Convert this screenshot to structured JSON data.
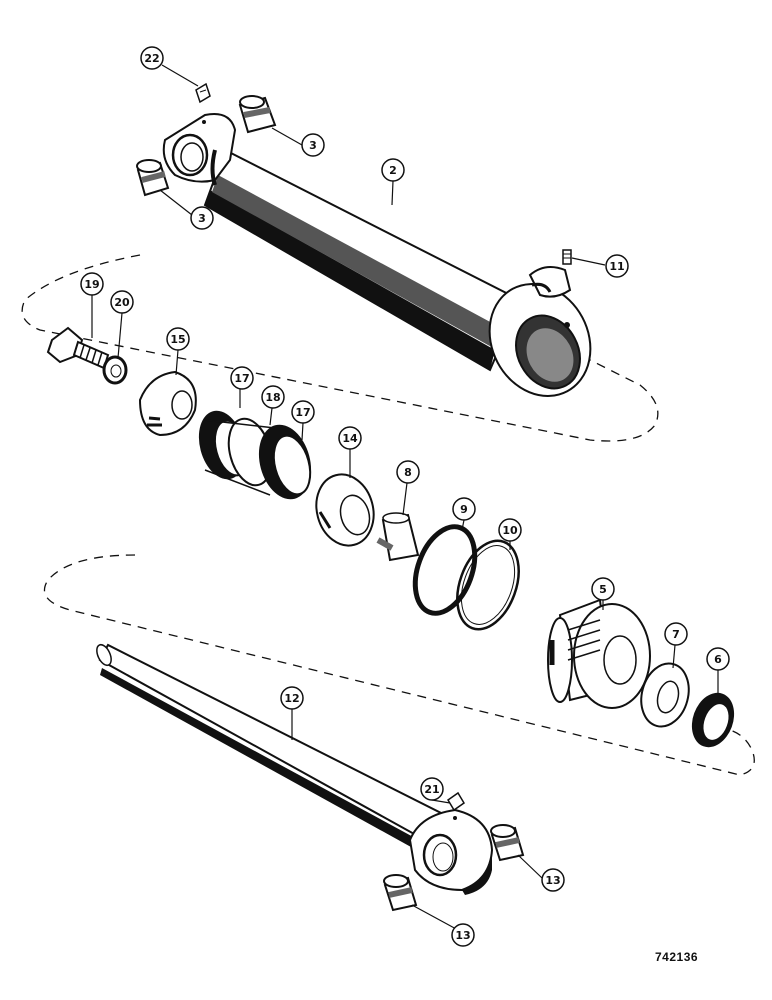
{
  "figure": {
    "reference_number": "742136",
    "callouts": [
      "22",
      "3",
      "3",
      "2",
      "11",
      "19",
      "20",
      "15",
      "17",
      "18",
      "17",
      "14",
      "8",
      "9",
      "10",
      "5",
      "7",
      "6",
      "12",
      "21",
      "13",
      "13"
    ]
  },
  "colors": {
    "ink": "#111111",
    "paper": "#ffffff"
  }
}
